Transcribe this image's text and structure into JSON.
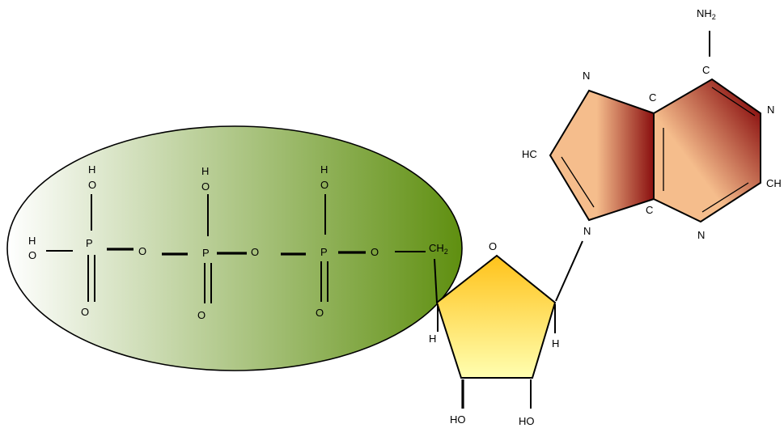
{
  "colors": {
    "phosphate_gradient_start": "#ffffff",
    "phosphate_gradient_end": "#5f8f10",
    "sugar_gradient_top": "#ffc21a",
    "sugar_gradient_bottom": "#ffffb0",
    "base_light": "#f5bd8c",
    "base_dark": "#8a0f0f",
    "line": "#000000"
  },
  "phosphate_group": {
    "hydroxyl_h": [
      "H",
      "H",
      "H"
    ],
    "hydroxyl_o": [
      "O",
      "O",
      "O"
    ],
    "phosphorus": [
      "P",
      "P",
      "P"
    ],
    "double_bond_o": [
      "O",
      "O",
      "O"
    ],
    "bridge_o": [
      "O",
      "O",
      "O"
    ],
    "terminal_h": "H",
    "terminal_o": "O",
    "ch2": "CH",
    "ch2_subscript": "2"
  },
  "ribose": {
    "ring_o": "O",
    "left_h": "H",
    "right_h": "H",
    "hydroxyls": [
      "HO",
      "HO"
    ]
  },
  "adenine": {
    "n_top_left": "N",
    "hc_left": "HC",
    "c_top_junction": "C",
    "c_bottom_junction": "C",
    "n_glycosidic": "N",
    "c_amine": "C",
    "amine": "NH",
    "amine_subscript": "2",
    "n_right": "N",
    "ch_right": "CH",
    "n_bottom": "N"
  }
}
